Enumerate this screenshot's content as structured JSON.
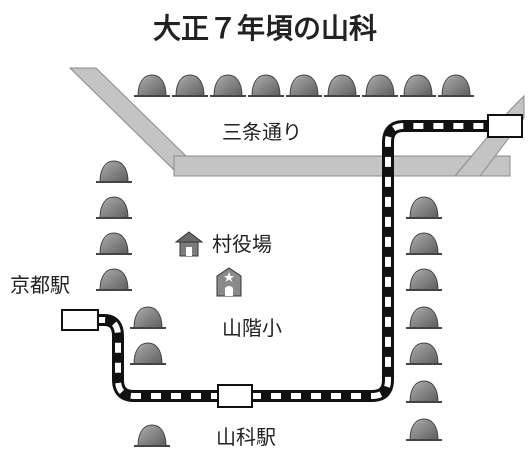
{
  "map": {
    "title": "大正７年頃の山科",
    "labels": {
      "road": "三条通り",
      "village_office": "村役場",
      "school": "山階小",
      "kyoto_station": "京都駅",
      "yamashina_station": "山科駅"
    },
    "colors": {
      "road": "#bcbcbc",
      "rail": "#111111",
      "mountain": "#8c8c8c"
    },
    "icons": [
      "mountain-icon",
      "village-office-icon",
      "school-icon",
      "train-car-icon"
    ]
  }
}
